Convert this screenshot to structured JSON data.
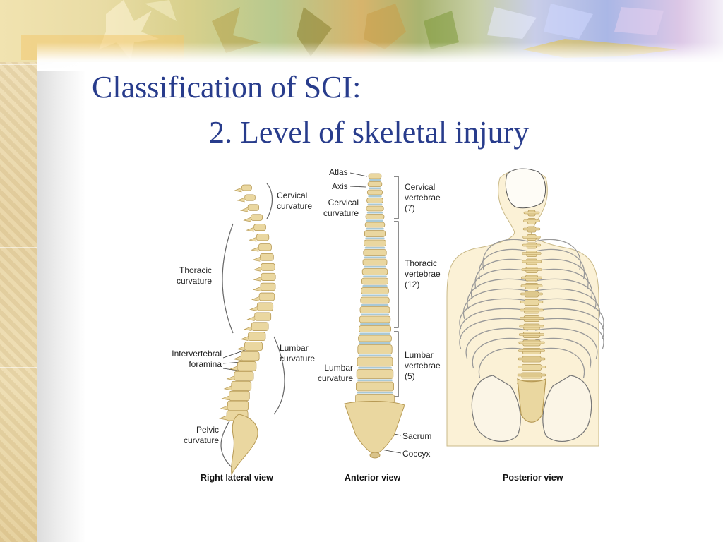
{
  "slide": {
    "title": "Classification of SCI:",
    "subtitle": "2. Level of skeletal injury"
  },
  "figure": {
    "lateral": {
      "cervical_curvature": "Cervical\ncurvature",
      "thoracic_curvature": "Thoracic\ncurvature",
      "intervertebral_foramina": "Intervertebral\nforamina",
      "lumbar_curvature": "Lumbar\ncurvature",
      "pelvic_curvature": "Pelvic\ncurvature",
      "view_label": "Right lateral view"
    },
    "anterior": {
      "atlas": "Atlas",
      "axis": "Axis",
      "cervical_curvature": "Cervical\ncurvature",
      "lumbar_curvature": "Lumbar\ncurvature",
      "cervical_vertebrae": "Cervical\nvertebrae\n(7)",
      "thoracic_vertebrae": "Thoracic\nvertebrae\n(12)",
      "lumbar_vertebrae": "Lumbar\nvertebrae\n(5)",
      "sacrum": "Sacrum",
      "coccyx": "Coccyx",
      "view_label": "Anterior view"
    },
    "posterior": {
      "view_label": "Posterior view"
    }
  },
  "colors": {
    "title": "#283c8c",
    "bone": "#ead7a0",
    "bone_outline": "#b79a55",
    "disc": "#a9c9d6",
    "body_fill": "#fbf1d6",
    "label": "#222222"
  }
}
